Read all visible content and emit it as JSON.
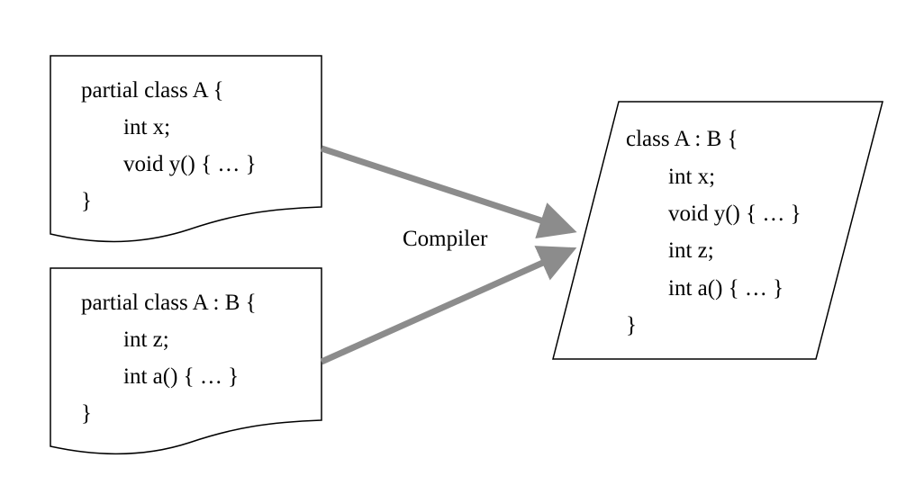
{
  "source_file_1": {
    "lines": [
      "partial class A {",
      "int x;",
      "void y() { … }",
      "}"
    ],
    "indent": [
      false,
      true,
      true,
      false
    ]
  },
  "source_file_2": {
    "lines": [
      "partial class A : B {",
      "int z;",
      "int a() { … }",
      "}"
    ],
    "indent": [
      false,
      true,
      true,
      false
    ]
  },
  "compiler_label": "Compiler",
  "output_class": {
    "lines": [
      "class A : B {",
      "int x;",
      "void y() { … }",
      "int z;",
      "int a() { … }",
      "}"
    ],
    "indent": [
      false,
      true,
      true,
      true,
      true,
      false
    ]
  },
  "colors": {
    "arrow": "#8c8c8c",
    "stroke": "#000000",
    "background": "#ffffff"
  }
}
